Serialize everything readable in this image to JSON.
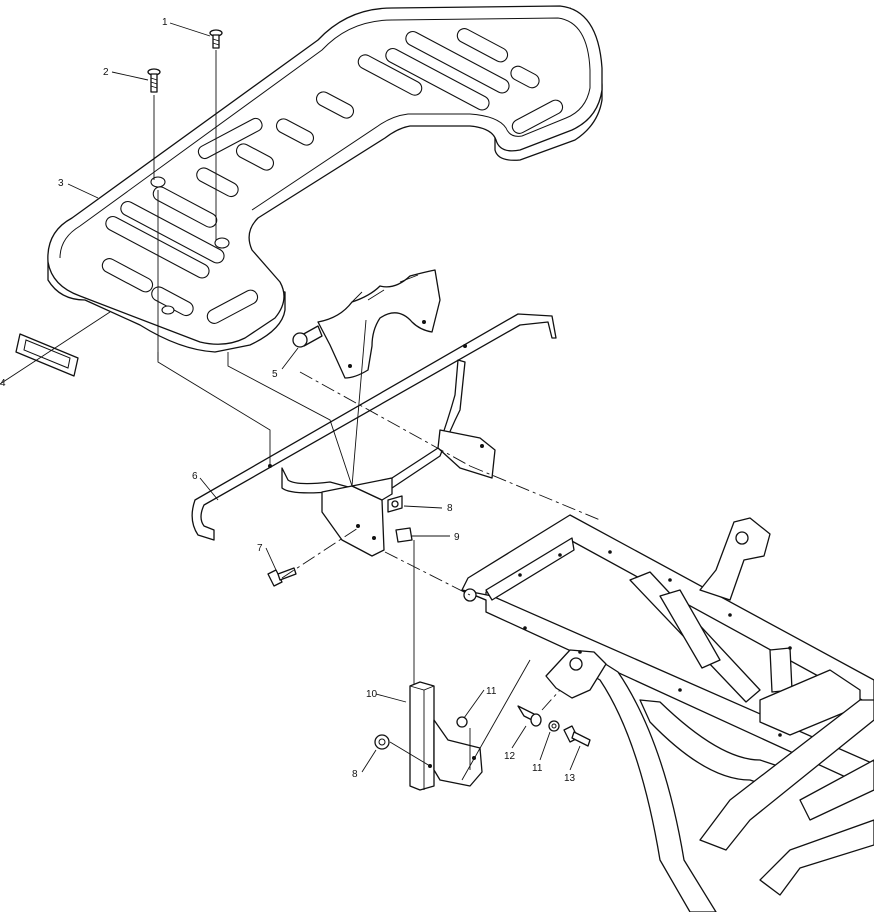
{
  "callouts": [
    {
      "id": "c1",
      "text": "1"
    },
    {
      "id": "c2",
      "text": "2"
    },
    {
      "id": "c3",
      "text": "3"
    },
    {
      "id": "c4",
      "text": "4"
    },
    {
      "id": "c5",
      "text": "5"
    },
    {
      "id": "c6",
      "text": "6"
    },
    {
      "id": "c7",
      "text": "7"
    },
    {
      "id": "c8a",
      "text": "8"
    },
    {
      "id": "c9",
      "text": "9"
    },
    {
      "id": "c10",
      "text": "10"
    },
    {
      "id": "c11a",
      "text": "11"
    },
    {
      "id": "c8b",
      "text": "8"
    },
    {
      "id": "c12",
      "text": "12"
    },
    {
      "id": "c11b",
      "text": "11"
    },
    {
      "id": "c13",
      "text": "13"
    }
  ]
}
